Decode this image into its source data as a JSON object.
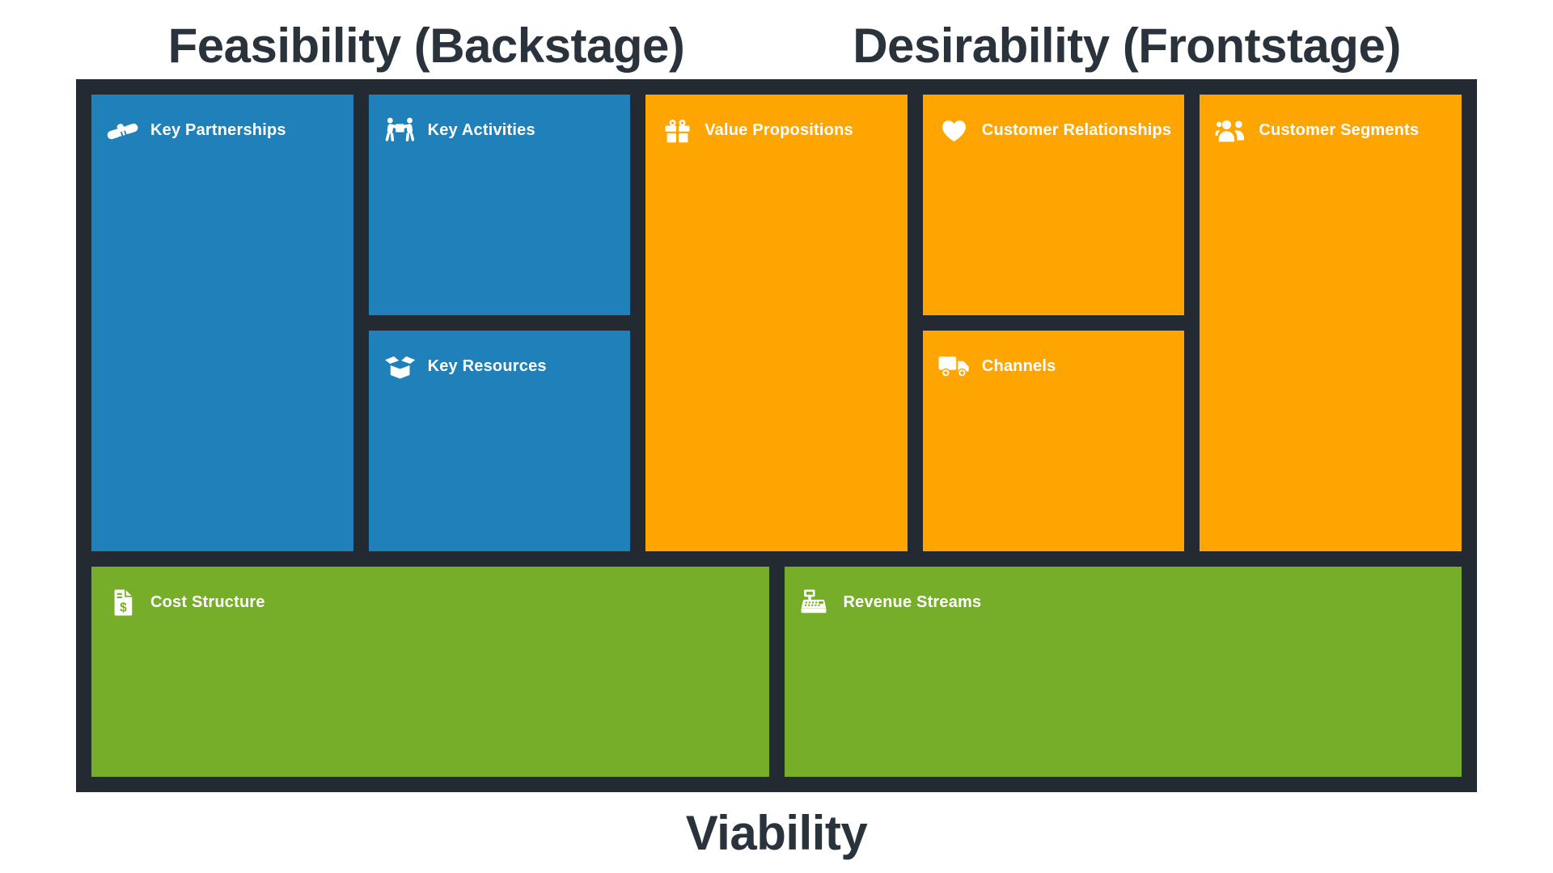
{
  "headers": {
    "feasibility": "Feasibility (Backstage)",
    "desirability": "Desirability (Frontstage)",
    "viability": "Viability"
  },
  "colors": {
    "canvas_bg": "#232A32",
    "title_text": "#2A333C",
    "blue": "#2080B9",
    "orange": "#FFA502",
    "green": "#77AE29",
    "label_text": "#FFFFFF"
  },
  "tiles": [
    {
      "label": "Key Partnerships",
      "icon": "handshake-icon",
      "color": "blue"
    },
    {
      "label": "Key Activities",
      "icon": "people-carry-icon",
      "color": "blue"
    },
    {
      "label": "Key Resources",
      "icon": "open-box-icon",
      "color": "blue"
    },
    {
      "label": "Value Propositions",
      "icon": "gift-icon",
      "color": "orange"
    },
    {
      "label": "Customer Relationships",
      "icon": "heart-icon",
      "color": "orange"
    },
    {
      "label": "Channels",
      "icon": "delivery-truck-icon",
      "color": "orange"
    },
    {
      "label": "Customer Segments",
      "icon": "users-group-icon",
      "color": "orange"
    },
    {
      "label": "Cost Structure",
      "icon": "invoice-dollar-icon",
      "color": "green"
    },
    {
      "label": "Revenue Streams",
      "icon": "cash-register-icon",
      "color": "green"
    }
  ]
}
